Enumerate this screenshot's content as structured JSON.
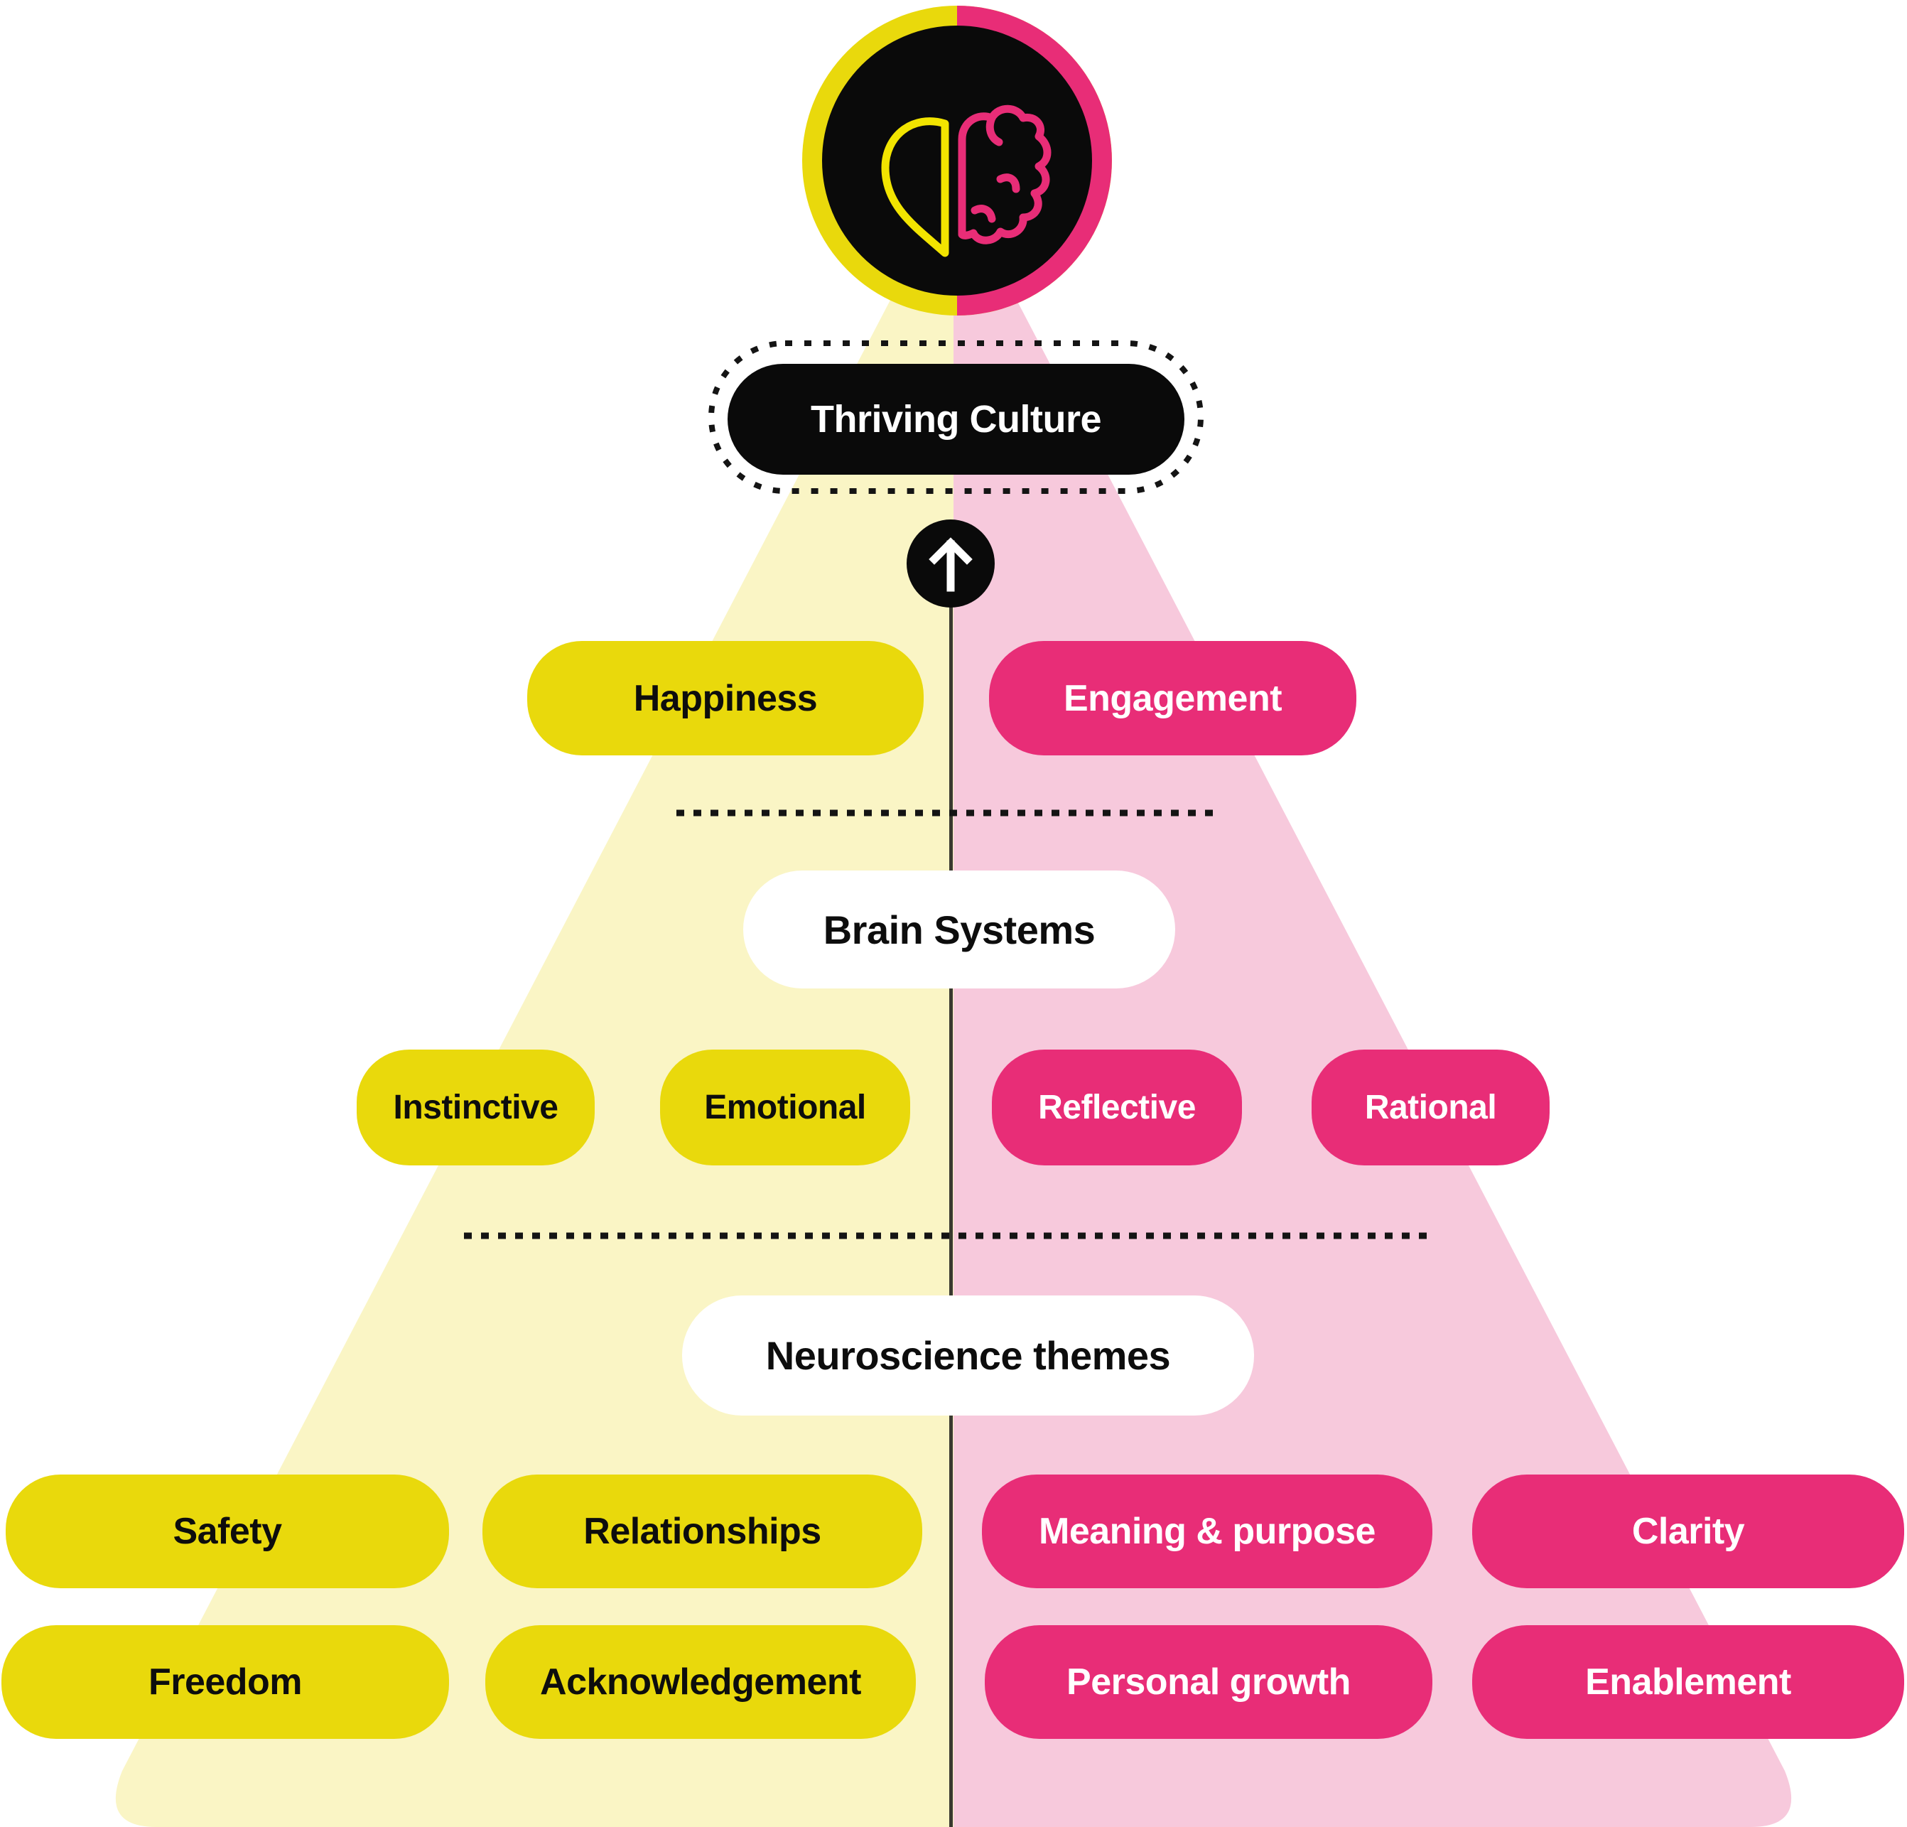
{
  "colors": {
    "yellow": "#e9d90c",
    "yellow_light": "#faf5c5",
    "pink": "#e82d77",
    "pink_light": "#f7c9dc",
    "black": "#0a0a0a",
    "white": "#ffffff",
    "divider": "#3a3930",
    "dash": "#141414",
    "logo_yellow": "#f2e400",
    "logo_pink": "#e82d77"
  },
  "logo": {
    "left_icon": "half-heart-icon",
    "right_icon": "half-brain-icon"
  },
  "apex": {
    "label": "Thriving Culture"
  },
  "arrow": {
    "icon": "arrow-up-icon"
  },
  "level1": {
    "left": {
      "label": "Happiness"
    },
    "right": {
      "label": "Engagement"
    }
  },
  "level2": {
    "header": "Brain Systems",
    "items": [
      {
        "label": "Instinctive",
        "side": "left"
      },
      {
        "label": "Emotional",
        "side": "left"
      },
      {
        "label": "Reflective",
        "side": "right"
      },
      {
        "label": "Rational",
        "side": "right"
      }
    ]
  },
  "level3": {
    "header": "Neuroscience themes",
    "left": [
      {
        "label": "Safety"
      },
      {
        "label": "Relationships"
      },
      {
        "label": "Freedom"
      },
      {
        "label": "Acknowledgement"
      }
    ],
    "right": [
      {
        "label": "Meaning & purpose"
      },
      {
        "label": "Clarity"
      },
      {
        "label": "Personal growth"
      },
      {
        "label": "Enablement"
      }
    ]
  }
}
